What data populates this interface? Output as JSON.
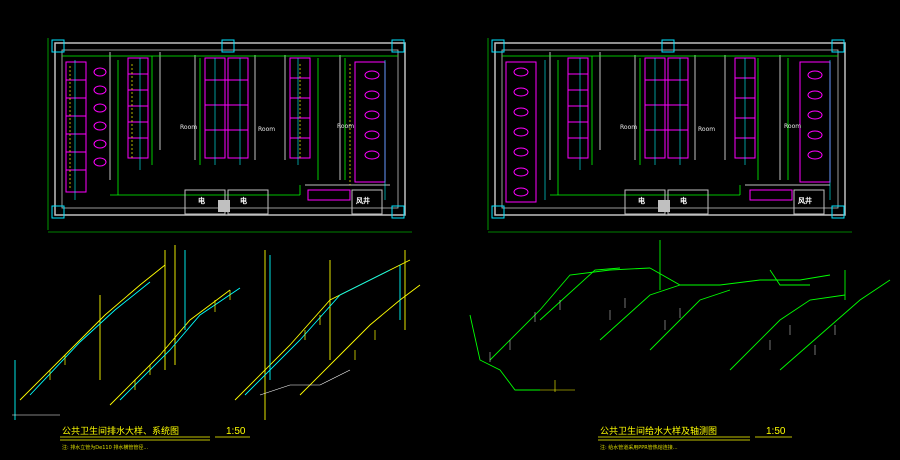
{
  "colors": {
    "background": "#000000",
    "wall": "#c0c0c0",
    "fixture": "#ff00ff",
    "water": "#00ff00",
    "drain": "#ffff00",
    "cold": "#00ffff",
    "column": "#00e5ff"
  },
  "plans": [
    {
      "id": "left",
      "rooms": {
        "room_a": "Room",
        "room_b": "Room",
        "room_c": "Room"
      },
      "tags": {
        "tag_1": "电",
        "tag_2": "电",
        "shaft": "风井"
      }
    },
    {
      "id": "right",
      "rooms": {
        "room_a": "Room",
        "room_b": "Room",
        "room_c": "Room"
      },
      "tags": {
        "tag_1": "电",
        "tag_2": "电",
        "shaft": "风井"
      }
    }
  ],
  "titles": {
    "left": "公共卫生间排水大样、系统图",
    "right": "公共卫生间给水大样及轴测图",
    "left_scale": "1:50",
    "right_scale": "1:50"
  },
  "notes": {
    "left": "注: 排水立管为De110 排水横管管径...",
    "right": "注: 给水管道采用PPR管热熔连接..."
  }
}
